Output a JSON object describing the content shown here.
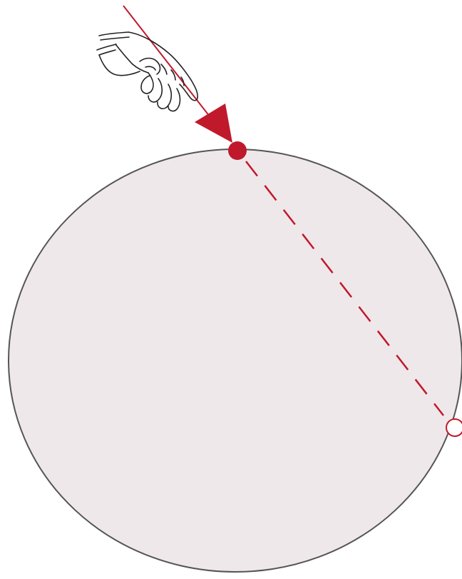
{
  "diagram": {
    "colors": {
      "accent": "#c0192c",
      "sphere_fill": "#efe8ea",
      "sphere_stroke": "#555555",
      "hand_stroke": "#222222",
      "background": "#ffffff"
    },
    "elements": {
      "sphere": "sphere",
      "incoming_ray": "incoming-ray-line",
      "arrowhead": "direction-arrowhead",
      "entry_point": "entry-point-filled-dot",
      "internal_path": "dashed-chord-path",
      "exit_point": "exit-point-open-dot",
      "hand": "pointing-hand-icon"
    }
  }
}
